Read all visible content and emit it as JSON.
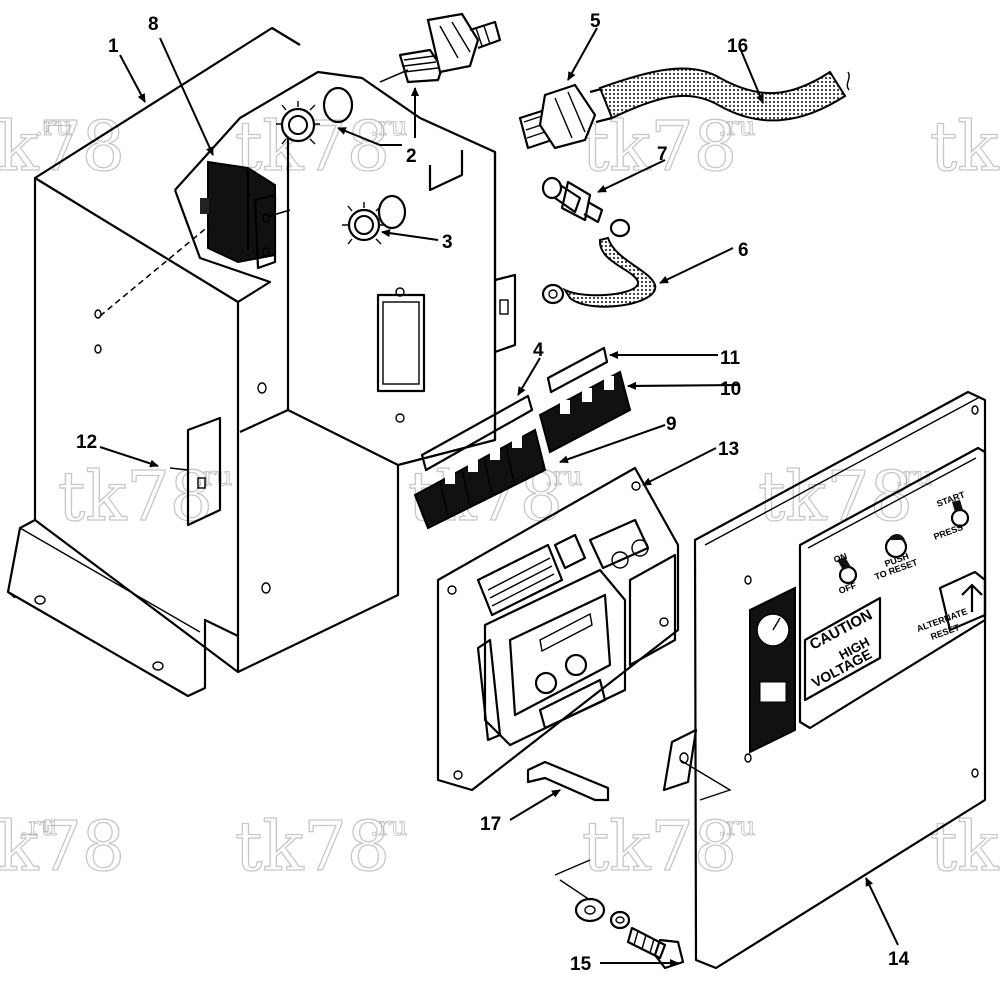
{
  "callouts": [
    {
      "id": "1",
      "label": "1"
    },
    {
      "id": "2",
      "label": "2"
    },
    {
      "id": "3",
      "label": "3"
    },
    {
      "id": "4",
      "label": "4"
    },
    {
      "id": "5",
      "label": "5"
    },
    {
      "id": "6",
      "label": "6"
    },
    {
      "id": "7",
      "label": "7"
    },
    {
      "id": "8",
      "label": "8"
    },
    {
      "id": "9",
      "label": "9"
    },
    {
      "id": "10",
      "label": "10"
    },
    {
      "id": "11",
      "label": "11"
    },
    {
      "id": "12",
      "label": "12"
    },
    {
      "id": "13",
      "label": "13"
    },
    {
      "id": "14",
      "label": "14"
    },
    {
      "id": "15",
      "label": "15"
    },
    {
      "id": "16",
      "label": "16"
    },
    {
      "id": "17",
      "label": "17"
    }
  ],
  "panel_labels": {
    "caution": "CAUTION",
    "high": "HIGH",
    "voltage": "VOLTAGE",
    "on": "ON",
    "off": "OFF",
    "push": "PUSH",
    "to_reset": "TO RESET",
    "start": "START",
    "press": "PRESS",
    "alternate": "ALTERNATE",
    "reset": "RESET"
  },
  "watermark": {
    "main": "tk78",
    "suffix": ".ru"
  }
}
